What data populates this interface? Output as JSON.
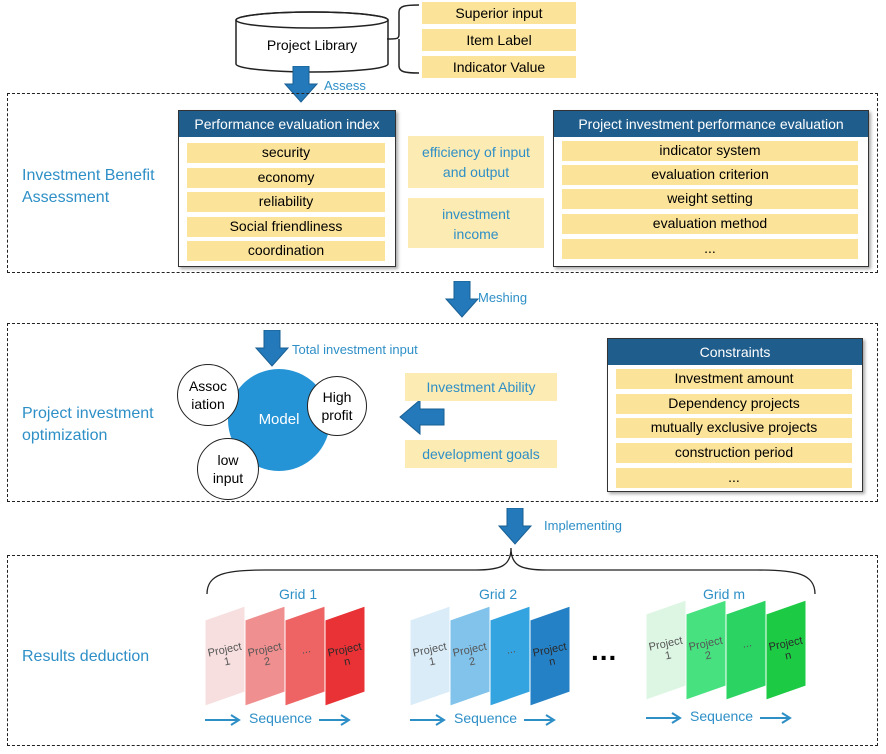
{
  "library": {
    "title": "Project Library",
    "attributes": [
      "Superior input",
      "Item Label",
      "Indicator Value"
    ],
    "arrow_label": "Assess"
  },
  "section1": {
    "label": "Investment Benefit Assessment",
    "index_panel": {
      "title": "Performance evaluation index",
      "items": [
        "security",
        "economy",
        "reliability",
        "Social friendliness",
        "coordination"
      ]
    },
    "middle": [
      "efficiency of input and output",
      "investment income"
    ],
    "eval_panel": {
      "title": "Project investment performance evaluation",
      "items": [
        "indicator system",
        "evaluation criterion",
        "weight setting",
        "evaluation method",
        "..."
      ]
    },
    "arrow_label": "Meshing"
  },
  "section2": {
    "label": "Project investment optimization",
    "input_label": "Total investment input",
    "model": "Model",
    "circles": [
      "Association",
      "High profit",
      "low input"
    ],
    "middle": [
      "Investment Ability",
      "development goals"
    ],
    "constraints": {
      "title": "Constraints",
      "items": [
        "Investment amount",
        "Dependency projects",
        "mutually exclusive projects",
        "construction period",
        "..."
      ]
    },
    "arrow_label": "Implementing"
  },
  "section3": {
    "label": "Results deduction",
    "grids": [
      {
        "title": "Grid 1",
        "cards": [
          "Project 1",
          "Project 2",
          "...",
          "Project n"
        ],
        "colors": [
          "#f7dede",
          "#f08a8a",
          "#ee5b5b",
          "#e8282c"
        ]
      },
      {
        "title": "Grid 2",
        "cards": [
          "Project 1",
          "Project 2",
          "...",
          "Project n"
        ],
        "colors": [
          "#d9ebf8",
          "#7cc0ea",
          "#2aa0e0",
          "#1a7bc4"
        ]
      },
      {
        "title": "Grid m",
        "cards": [
          "Project 1",
          "Project 2",
          "...",
          "Project n"
        ],
        "colors": [
          "#dcf6e2",
          "#3fe07a",
          "#1fd15a",
          "#10c83a"
        ]
      }
    ],
    "ellipsis": "...",
    "sequence": "Sequence"
  },
  "colors": {
    "accent": "#2e8fc7",
    "yellow": "#fbe39a",
    "header": "#1f5d8c"
  }
}
